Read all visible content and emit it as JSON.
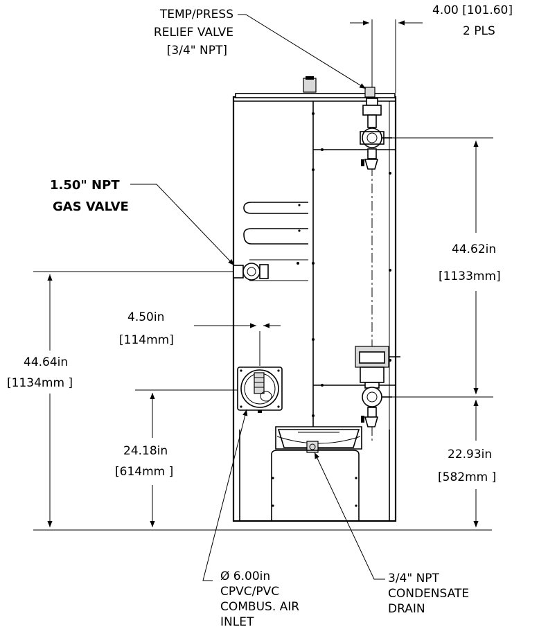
{
  "callouts": {
    "relief_valve": [
      "TEMP/PRESS",
      "RELIEF VALVE",
      "[3/4\" NPT]"
    ],
    "top_spacing": [
      "4.00 [101.60]",
      "2 PLS"
    ],
    "gas_valve": [
      "1.50\" NPT",
      "GAS VALVE"
    ],
    "air_inlet": [
      "Ø 6.00in",
      "CPVC/PVC",
      "COMBUS. AIR",
      "INLET"
    ],
    "condensate_drain": [
      "3/4\" NPT",
      "CONDENSATE",
      "DRAIN"
    ]
  },
  "dimensions": {
    "gas_height": [
      "44.64in",
      "[1134mm ]"
    ],
    "inlet_offset": [
      "4.50in",
      "[114mm]"
    ],
    "inlet_height": [
      "24.18in",
      "[614mm ]"
    ],
    "pipe_spacing": [
      "44.62in",
      "[1133mm]"
    ],
    "lower_pipe_height": [
      "22.93in",
      "[582mm ]"
    ]
  }
}
